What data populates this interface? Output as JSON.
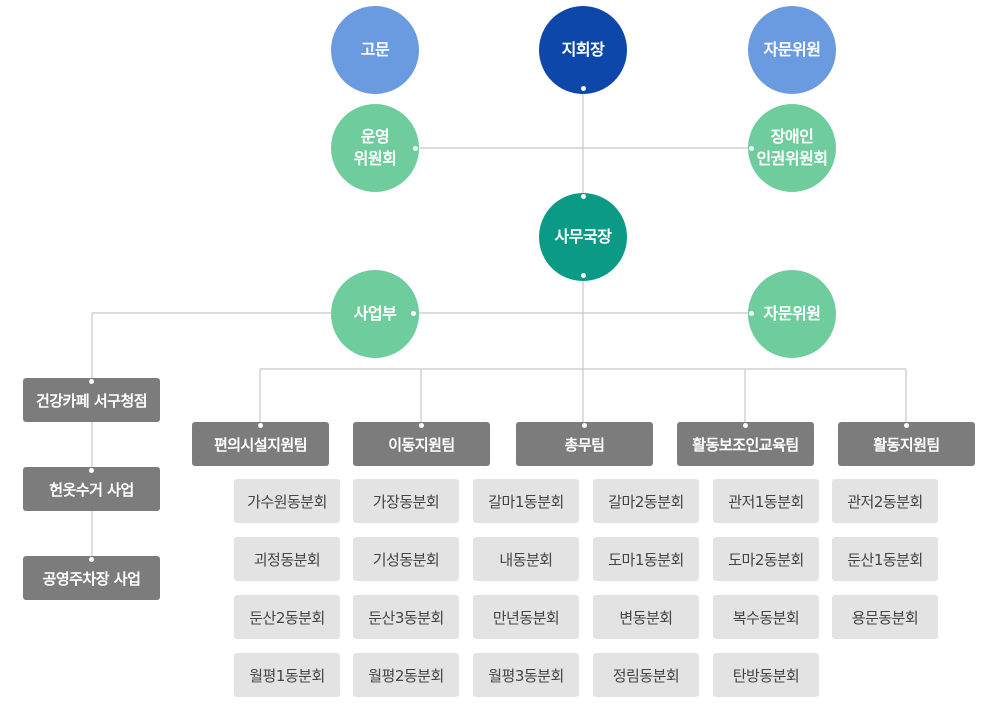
{
  "top": {
    "advisor": "고문",
    "chief": "지회장",
    "consultant": "자문위원"
  },
  "committees": {
    "operations": "운영\n위원회",
    "rights": "장애인\n인권위원회"
  },
  "secretary_general": "사무국장",
  "second_tier": {
    "business_dept": "사업부",
    "consultant": "자문위원"
  },
  "projects": [
    "건강카페 서구청점",
    "헌옷수거 사업",
    "공영주차장 사업"
  ],
  "teams": [
    "편의시설지원팀",
    "이동지원팀",
    "총무팀",
    "활동보조인교육팀",
    "활동지원팀"
  ],
  "branches": [
    [
      "가수원동분회",
      "가장동분회",
      "갈마1동분회",
      "갈마2동분회",
      "관저1동분회",
      "관저2동분회"
    ],
    [
      "괴정동분회",
      "기성동분회",
      "내동분회",
      "도마1동분회",
      "도마2동분회",
      "둔산1동분회"
    ],
    [
      "둔산2동분회",
      "둔산3동분회",
      "만년동분회",
      "변동분회",
      "복수동분회",
      "용문동분회"
    ],
    [
      "월평1동분회",
      "월평2동분회",
      "월평3동분회",
      "정림동분회",
      "탄방동분회"
    ]
  ],
  "colors": {
    "blue": "#6a9ae0",
    "navy": "#0d47a9",
    "green": "#6fcc9c",
    "teal": "#0b9a86",
    "box": "#7c7c7c",
    "sub": "#e3e3e3",
    "line": "#c8c8c8"
  }
}
